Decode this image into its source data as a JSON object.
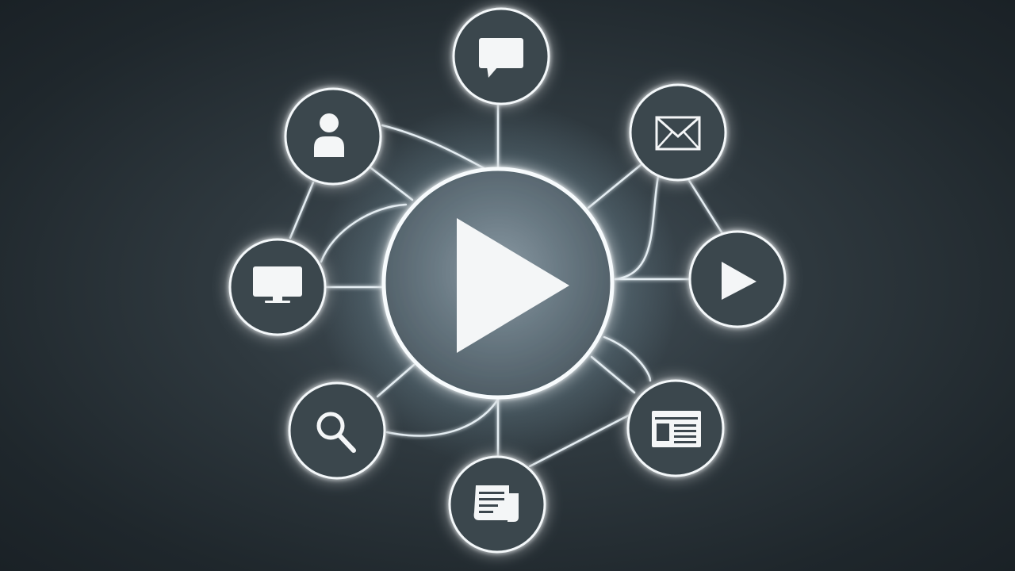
{
  "colors": {
    "background": "#2a3439",
    "ring": "#f4f8fa",
    "node_fill": "#3b464d",
    "hub_fill": "#5b6870",
    "glyph": "#f4f6f7",
    "glow": "#bfe2f2"
  },
  "hub": {
    "icon": "play-icon"
  },
  "nodes": [
    {
      "id": "chat",
      "icon": "chat-bubble-icon"
    },
    {
      "id": "mail",
      "icon": "envelope-icon"
    },
    {
      "id": "video",
      "icon": "play-icon"
    },
    {
      "id": "news",
      "icon": "newspaper-window-icon"
    },
    {
      "id": "document",
      "icon": "document-icon"
    },
    {
      "id": "search",
      "icon": "magnifier-icon"
    },
    {
      "id": "display",
      "icon": "monitor-icon"
    },
    {
      "id": "user",
      "icon": "user-icon"
    }
  ]
}
